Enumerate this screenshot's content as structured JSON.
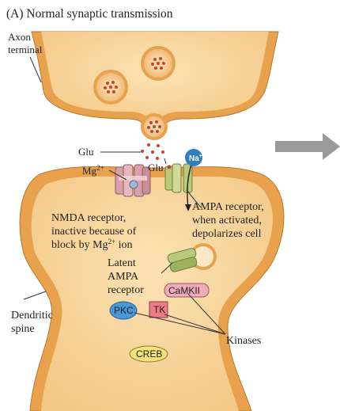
{
  "title": "(A) Normal synaptic transmission",
  "labels": {
    "axon_terminal_line1": "Axon",
    "axon_terminal_line2": "terminal",
    "glu_left": "Glu",
    "glu_right": "Glu",
    "mg": "Mg",
    "mg_charge": "2+",
    "na": "Na",
    "na_charge": "+",
    "nmda_line1": "NMDA receptor,",
    "nmda_line2": "inactive because of",
    "nmda_line3_pre": "block by Mg",
    "nmda_line3_sup": "2+",
    "nmda_line3_post": " ion",
    "ampa_line1": "AMPA receptor,",
    "ampa_line2": "when activated,",
    "ampa_line3": "depolarizes cell",
    "latent_line1": "Latent",
    "latent_line2": "AMPA",
    "latent_line3": "receptor",
    "dendritic_line1": "Dendritic",
    "dendritic_line2": "spine",
    "camkii": "CaMKII",
    "pkc": "PKC",
    "tk": "TK",
    "creb": "CREB",
    "kinases": "Kinases"
  },
  "colors": {
    "membrane": "#e8a24e",
    "cytoplasm": "#f7d49a",
    "vesicle_fill": "#f5c98a",
    "vesicle_dot": "#c4452f",
    "nmda": "#d9a0a8",
    "ampa": "#b8c97a",
    "na_ion": "#2f7ec4",
    "camkii": "#f1aab9",
    "pkc": "#4a97d6",
    "tk": "#ef7c85",
    "creb": "#f3e27a",
    "arrow": "#9a9a9a"
  }
}
